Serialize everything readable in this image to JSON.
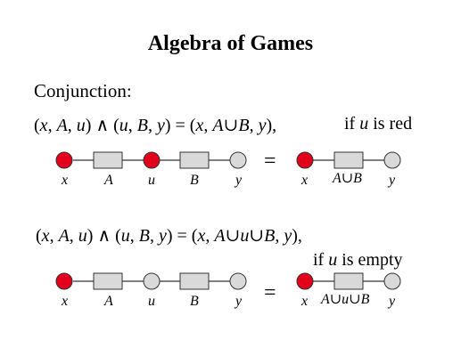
{
  "title": "Algebra of Games",
  "heading": "Conjunction:",
  "rule1": {
    "lhs1": "(",
    "x": "x",
    "sep1": ", ",
    "A": "A",
    "sep2": ", ",
    "u": "u",
    "mid": ") ∧ (",
    "u2": "u",
    "sep3": ", ",
    "B": "B",
    "sep4": ", ",
    "y": "y",
    "eq": ") = (",
    "x2": "x",
    "sep5": ", ",
    "AuB": "A∪B",
    "sep6": ", ",
    "y2": "y",
    "end": "),",
    "cond_if": "if ",
    "cond_u": "u",
    "cond_rest": " is red"
  },
  "rule2": {
    "lhs1": "(",
    "x": "x",
    "sep1": ", ",
    "A": "A",
    "sep2": ", ",
    "u": "u",
    "mid": ") ∧ (",
    "u2": "u",
    "sep3": ", ",
    "B": "B",
    "sep4": ", ",
    "y": "y",
    "eq": ") = (",
    "x2": "x",
    "sep5": ", ",
    "AuuB": "A∪u∪B",
    "sep6": ", ",
    "y2": "y",
    "end": "),",
    "cond_if": "if ",
    "cond_u": "u",
    "cond_rest": " is  empty"
  },
  "diagram1": {
    "left_labels": [
      "x",
      "A",
      "u",
      "B",
      "y"
    ],
    "equals": "=",
    "right_labels": [
      "x",
      "A∪B",
      "y"
    ]
  },
  "diagram2": {
    "left_labels": [
      "x",
      "A",
      "u",
      "B",
      "y"
    ],
    "equals": "=",
    "right_labels": [
      "x",
      "A∪u∪B",
      "y"
    ]
  },
  "colors": {
    "red_node": "#e3001b",
    "empty_node": "#d9d9d9",
    "box_fill": "#d9d9d9",
    "stroke": "#333333"
  }
}
